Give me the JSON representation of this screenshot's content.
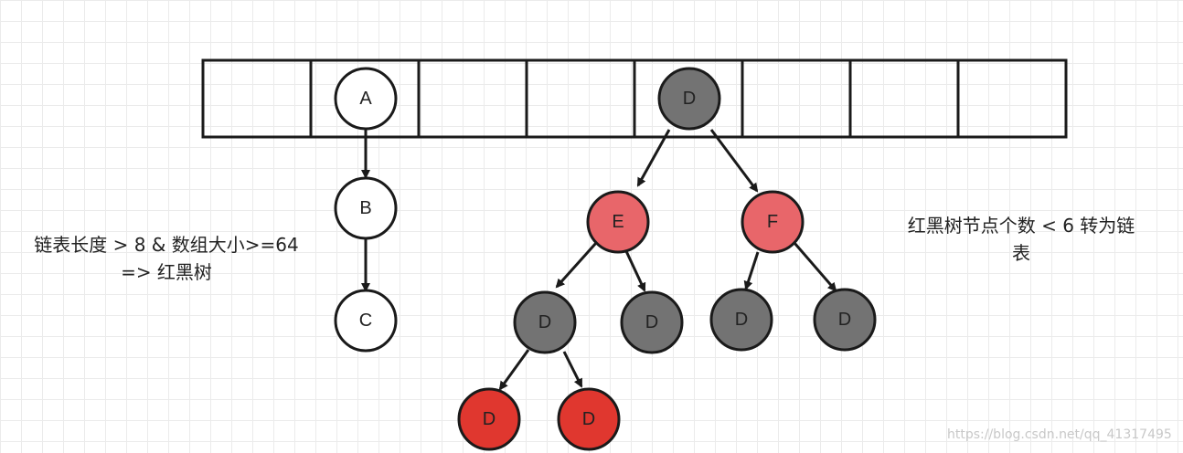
{
  "array": {
    "slots": 8,
    "slot_labels": [
      "",
      "A",
      "",
      "",
      "D",
      "",
      "",
      ""
    ]
  },
  "linked_list": {
    "nodes": [
      "A",
      "B",
      "C"
    ],
    "color": "#ffffff"
  },
  "tree": {
    "root": "D",
    "nodes": [
      {
        "id": "root",
        "label": "D",
        "color": "black"
      },
      {
        "id": "e",
        "label": "E",
        "color": "red"
      },
      {
        "id": "f",
        "label": "F",
        "color": "red"
      },
      {
        "id": "ed",
        "label": "D",
        "color": "black"
      },
      {
        "id": "ed2",
        "label": "D",
        "color": "black"
      },
      {
        "id": "fd1",
        "label": "D",
        "color": "black"
      },
      {
        "id": "fd2",
        "label": "D",
        "color": "black"
      },
      {
        "id": "edd1",
        "label": "D",
        "color": "red"
      },
      {
        "id": "edd2",
        "label": "D",
        "color": "red"
      }
    ]
  },
  "colors": {
    "black_node": "#737373",
    "red_node_light": "#e8666a",
    "red_node_dark": "#e0372f",
    "stroke": "#1a1a1a"
  },
  "annotations": {
    "left_line1": "链表长度 > 8 & 数组大小>=64",
    "left_line2": "=> 红黑树",
    "right_line1": "红黑树节点个数 < 6 转为链",
    "right_line2": "表"
  },
  "watermark": "https://blog.csdn.net/qq_41317495"
}
